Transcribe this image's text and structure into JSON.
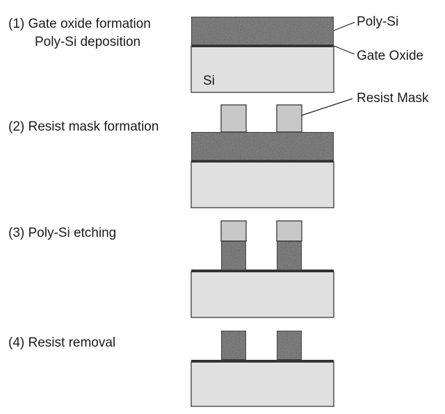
{
  "steps": [
    {
      "label_line1": "(1) Gate oxide formation",
      "label_line2": "Poly-Si deposition"
    },
    {
      "label_line1": "(2) Resist mask formation"
    },
    {
      "label_line1": "(3) Poly-Si etching"
    },
    {
      "label_line1": "(4) Resist removal"
    }
  ],
  "callouts": {
    "poly_si": "Poly-Si",
    "gate_oxide": "Gate Oxide",
    "resist_mask": "Resist Mask"
  },
  "substrate_label": "Si",
  "colors": {
    "silicon": "#e0e0e0",
    "poly_si": "#8c8c8c",
    "gate_oxide": "#333333",
    "resist": "#c8c8c8"
  }
}
